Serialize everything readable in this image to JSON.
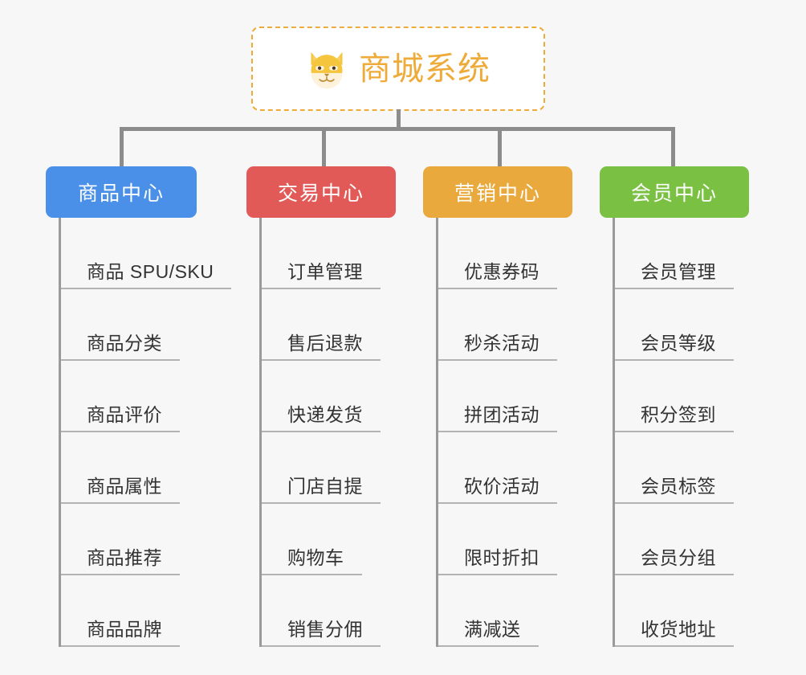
{
  "page": {
    "background_color": "#f7f7f7",
    "connector_color": "#8c8c8c",
    "leaf_line_color": "#b3b3b3",
    "leaf_text_color": "#333333"
  },
  "root": {
    "title": "商城系统",
    "icon": "shiba-dog-face-emoji",
    "border_color": "#eeab3a",
    "text_color": "#eeab3a",
    "background_color": "#ffffff"
  },
  "branches": [
    {
      "label": "商品中心",
      "color": "#4a90e8",
      "items": [
        "商品 SPU/SKU",
        "商品分类",
        "商品评价",
        "商品属性",
        "商品推荐",
        "商品品牌"
      ]
    },
    {
      "label": "交易中心",
      "color": "#e25a58",
      "items": [
        "订单管理",
        "售后退款",
        "快递发货",
        "门店自提",
        "购物车",
        "销售分佣"
      ]
    },
    {
      "label": "营销中心",
      "color": "#eaa93c",
      "items": [
        "优惠券码",
        "秒杀活动",
        "拼团活动",
        "砍价活动",
        "限时折扣",
        "满减送"
      ]
    },
    {
      "label": "会员中心",
      "color": "#7ac143",
      "items": [
        "会员管理",
        "会员等级",
        "积分签到",
        "会员标签",
        "会员分组",
        "收货地址"
      ]
    }
  ]
}
